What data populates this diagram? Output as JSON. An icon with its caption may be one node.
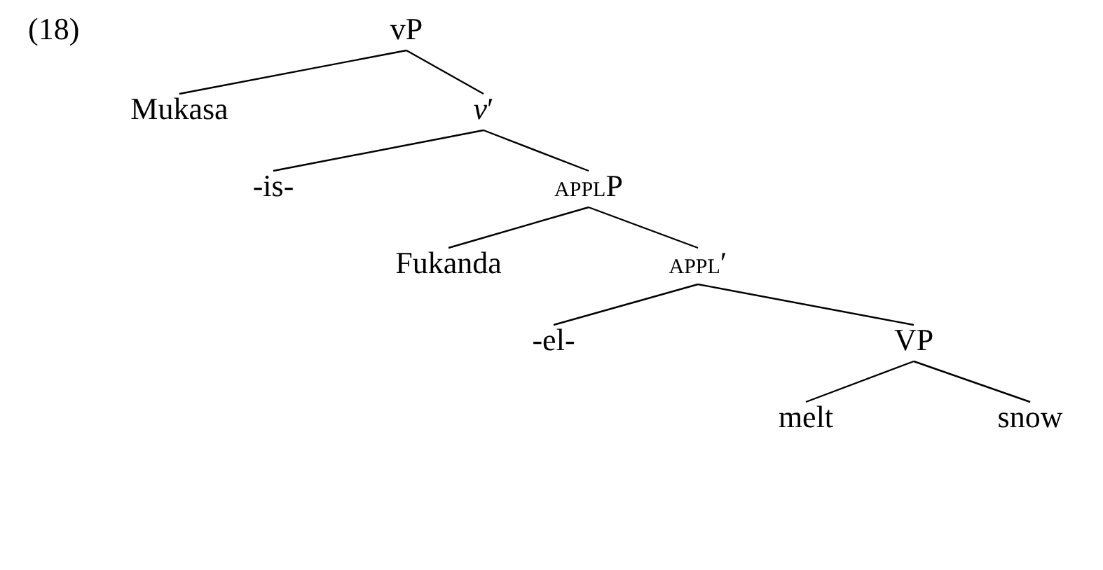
{
  "diagram": {
    "nodes": [
      {
        "text": [
          "vP"
        ]
      },
      {
        "text": [
          "Mukasa"
        ]
      },
      {
        "text": [
          "*v*′"
        ]
      },
      {
        "text": [
          "-is-"
        ]
      },
      {
        "text": [
          "applP"
        ]
      },
      {
        "text": [
          "Fukanda"
        ]
      },
      {
        "text": [
          "appl′"
        ]
      },
      {
        "text": [
          "-el-"
        ]
      },
      {
        "text": [
          "VP"
        ]
      },
      {
        "text": [
          "melt"
        ]
      },
      {
        "text": [
          "snow"
        ]
      }
    ],
    "edges": [
      {
        "from": 0,
        "to": 1,
        "arrow": "none"
      },
      {
        "from": 0,
        "to": 2,
        "arrow": "none"
      },
      {
        "from": 2,
        "to": 3,
        "arrow": "none"
      },
      {
        "from": 2,
        "to": 4,
        "arrow": "none"
      },
      {
        "from": 4,
        "to": 5,
        "arrow": "none"
      },
      {
        "from": 4,
        "to": 6,
        "arrow": "none"
      },
      {
        "from": 6,
        "to": 7,
        "arrow": "none"
      },
      {
        "from": 6,
        "to": 8,
        "arrow": "none"
      },
      {
        "from": 8,
        "to": 9,
        "arrow": "none"
      },
      {
        "from": 8,
        "to": 10,
        "arrow": "none"
      }
    ],
    "labels": [
      "(18)"
    ]
  }
}
